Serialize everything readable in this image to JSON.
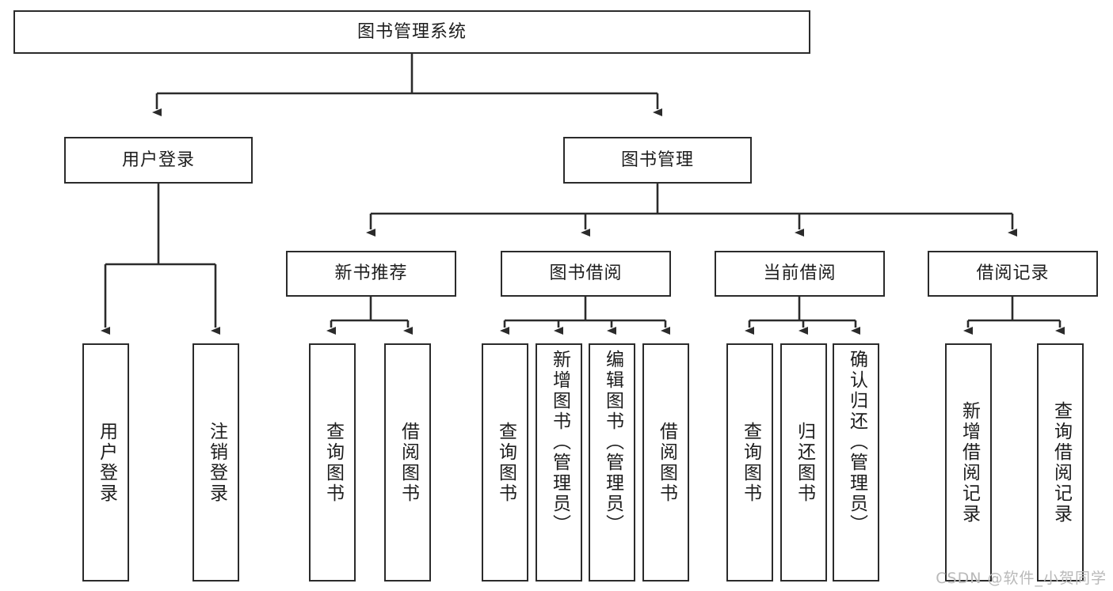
{
  "diagram": {
    "title": "图书管理系统",
    "type": "hierarchical-tree",
    "watermark": "CSDN @软件_小贺同学",
    "colors": {
      "box_border": "#2b2b2b",
      "box_fill": "#ffffff",
      "connector": "#2b2b2b",
      "text": "#1d1d1d",
      "watermark": "#b9b9b9"
    },
    "root": {
      "id": "root",
      "label": "图书管理系统"
    },
    "level2": [
      {
        "id": "user-login",
        "label": "用户登录"
      },
      {
        "id": "book-manage",
        "label": "图书管理"
      }
    ],
    "level3": [
      {
        "id": "new-book-rec",
        "label": "新书推荐",
        "parent": "book-manage"
      },
      {
        "id": "book-borrow",
        "label": "图书借阅",
        "parent": "book-manage"
      },
      {
        "id": "current-borrow",
        "label": "当前借阅",
        "parent": "book-manage"
      },
      {
        "id": "borrow-record",
        "label": "借阅记录",
        "parent": "book-manage"
      }
    ],
    "leaves": [
      {
        "id": "leaf-user-login",
        "label": "用户登录",
        "parent": "user-login"
      },
      {
        "id": "leaf-user-logout",
        "label": "注销登录",
        "parent": "user-login"
      },
      {
        "id": "leaf-query-book-rec",
        "label": "查询图书",
        "parent": "new-book-rec"
      },
      {
        "id": "leaf-borrow-book-rec",
        "label": "借阅图书",
        "parent": "new-book-rec"
      },
      {
        "id": "leaf-query-book-bw",
        "label": "查询图书",
        "parent": "book-borrow"
      },
      {
        "id": "leaf-add-book",
        "label": "新增图书（管理员）",
        "parent": "book-borrow"
      },
      {
        "id": "leaf-edit-book",
        "label": "编辑图书（管理员）",
        "parent": "book-borrow"
      },
      {
        "id": "leaf-borrow-book-bw",
        "label": "借阅图书",
        "parent": "book-borrow"
      },
      {
        "id": "leaf-query-book-cur",
        "label": "查询图书",
        "parent": "current-borrow"
      },
      {
        "id": "leaf-return-book",
        "label": "归还图书",
        "parent": "current-borrow"
      },
      {
        "id": "leaf-confirm-return",
        "label": "确认归还（管理员）",
        "parent": "current-borrow"
      },
      {
        "id": "leaf-add-record",
        "label": "新增借阅记录",
        "parent": "borrow-record"
      },
      {
        "id": "leaf-query-record",
        "label": "查询借阅记录",
        "parent": "borrow-record"
      }
    ]
  }
}
